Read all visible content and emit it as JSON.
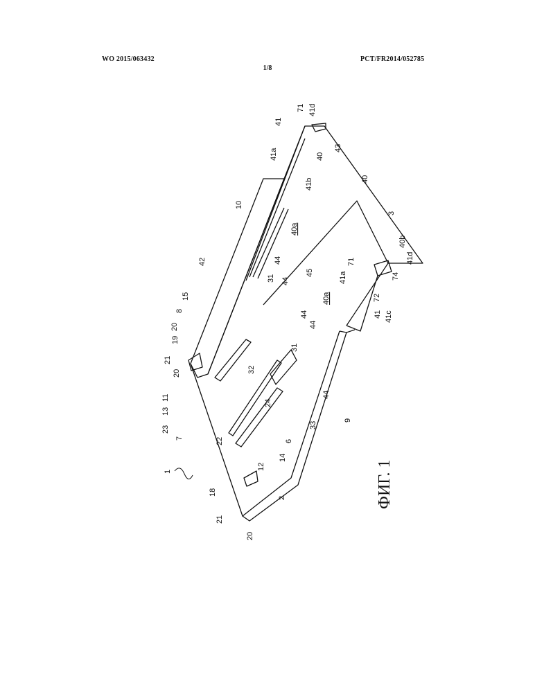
{
  "header": {
    "publication_number": "WO 2015/063432",
    "application_number": "PCT/FR2014/052785",
    "sheet": "1/8"
  },
  "figure": {
    "caption": "ФИГ. 1",
    "references": {
      "r1": "1",
      "r2": "2",
      "r3": "3",
      "r6": "6",
      "r7": "7",
      "r8": "8",
      "r9": "9",
      "r10": "10",
      "r11": "11",
      "r12": "12",
      "r13": "13",
      "r14": "14",
      "r15": "15",
      "r18": "18",
      "r19": "19",
      "r20a": "20",
      "r20b": "20",
      "r20c": "20",
      "r21a": "21",
      "r21b": "21",
      "r22": "22",
      "r23": "23",
      "r24": "24",
      "r31a": "31",
      "r31b": "31",
      "r32": "32",
      "r33": "33",
      "r40a": "40",
      "r40b": "40",
      "r40aA": "40a",
      "r40aB": "40a",
      "r40b_": "40b",
      "r41a": "41",
      "r41b": "41",
      "r41a1": "41a",
      "r41a2": "41a",
      "r41b_": "41b",
      "r41c": "41c",
      "r41d1": "41d",
      "r41d2": "41d",
      "r42": "42",
      "r43": "43",
      "r44a": "44",
      "r44b": "44",
      "r44c": "44",
      "r44d": "44",
      "r44e": "44",
      "r45": "45",
      "r71a": "71",
      "r71b": "71",
      "r72": "72",
      "r74": "74"
    }
  }
}
